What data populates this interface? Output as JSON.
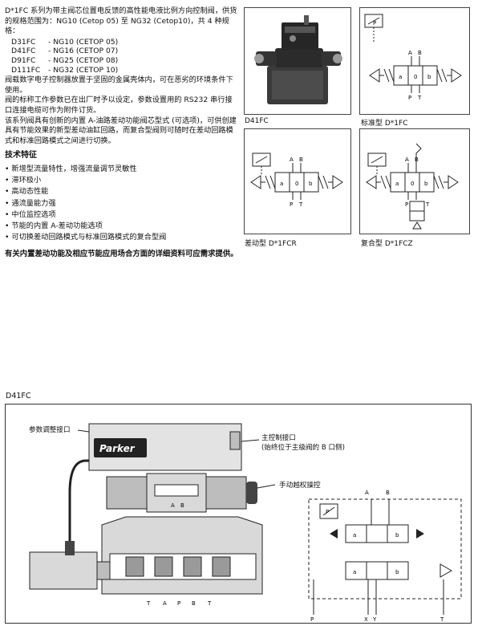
{
  "intro": {
    "p1": "D*1FC 系列为带主阀芯位置电反馈的高性能电液比例方向控制阀，供货的规格范围为：NG10 (Cetop 05) 至 NG32 (Cetop10)，共 4 种规格：",
    "models": [
      {
        "code": "D31FC",
        "spec": "- NG10 (CETOP 05)"
      },
      {
        "code": "D41FC",
        "spec": "- NG16 (CETOP 07)"
      },
      {
        "code": "D91FC",
        "spec": "- NG25 (CETOP 08)"
      },
      {
        "code": "D111FC",
        "spec": "- NG32 (CETOP 10)"
      }
    ],
    "p2": "阀载数字电子控制器放置于坚固的金属壳体内，可在恶劣的环境条件下使用。",
    "p3": "阀的标称工作参数已在出厂时予以设定，参数设置用的 RS232 串行接口连接电缆可作为附件订货。",
    "p4": "该系列阀具有创新的内置 A-油路差动功能阀芯型式 (可选项)，可供创建具有节能效果的新型差动油缸回路，而复合型阀则可随时在差动回路模式和标准回路模式之间进行切换。"
  },
  "features": {
    "title": "技术特征",
    "items": [
      "新增型流量特性，增强流量调节灵敏性",
      "滞环极小",
      "高动态性能",
      "通流量能力强",
      "中位监控选项",
      "节能的内置 A-差动功能选项",
      "可切换差动回路模式与标准回路模式的复合型阀"
    ],
    "note": "有关内置差动功能及相应节能应用场合方面的详细资料可应需求提供。"
  },
  "figures": {
    "photo_caption": "D41FC",
    "standard_caption": "标准型 D*1FC",
    "diff_caption": "差动型 D*1FCR",
    "combo_caption": "复合型 D*1FCZ"
  },
  "symbol_letters": {
    "a": "a",
    "b": "b",
    "zero": "0",
    "A": "A",
    "B": "B",
    "P": "P",
    "T": "T",
    "X": "X",
    "Y": "Y"
  },
  "drawing": {
    "section_title": "D41FC",
    "brand": "Parker",
    "callouts": {
      "param_port": "参数调整接口",
      "main_port": "主控制接口",
      "main_port_note": "(始终位于主级阀的 B 口侧)",
      "manual": "手动越权操控"
    },
    "port_labels": [
      "T",
      "A",
      "P",
      "B",
      "T"
    ]
  },
  "colors": {
    "line": "#222222",
    "body_gray": "#d9d9d9",
    "dark_gray": "#9a9a9a"
  }
}
